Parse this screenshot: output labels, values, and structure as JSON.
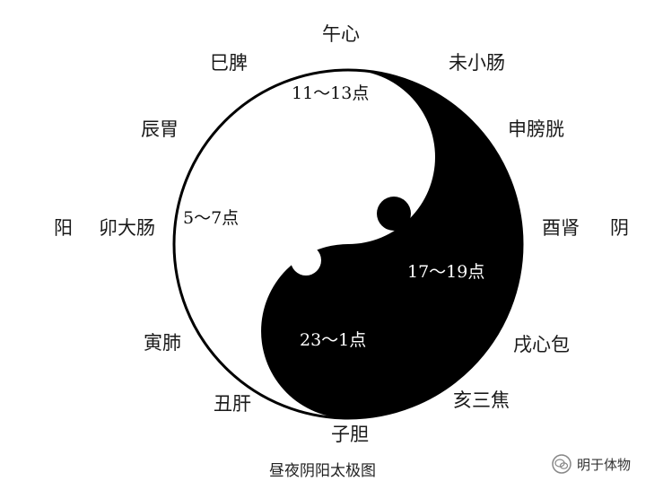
{
  "labels": {
    "wu": "午心",
    "wei": "未小肠",
    "shen": "申膀胱",
    "you": "酉肾",
    "yin_right": "阴",
    "xu": "戌心包",
    "hai": "亥三焦",
    "zi": "子胆",
    "chou": "丑肝",
    "yin": "寅肺",
    "yang_left": "阳",
    "mao": "卯大肠",
    "chen": "辰胃",
    "si": "巳脾"
  },
  "times": {
    "noon": "11～13点",
    "morning": "5～7点",
    "evening": "17～19点",
    "midnight": "23～1点"
  },
  "caption": "昼夜阴阳太极图",
  "watermark": "明于体物",
  "colors": {
    "yin": "#000000",
    "yang": "#ffffff"
  }
}
